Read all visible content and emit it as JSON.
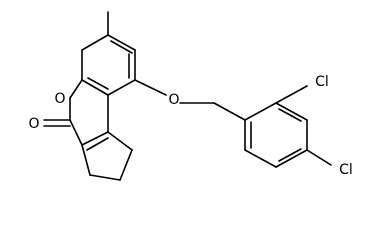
{
  "molecule": {
    "atoms": [
      {
        "element": "O",
        "label": "O"
      },
      {
        "element": "O",
        "label": "O"
      },
      {
        "element": "O",
        "label": "O"
      },
      {
        "element": "Cl",
        "label": "Cl"
      },
      {
        "element": "Cl",
        "label": "Cl"
      }
    ]
  },
  "colors": {
    "bond": "#000000",
    "text": "#000000",
    "background": "#ffffff"
  }
}
